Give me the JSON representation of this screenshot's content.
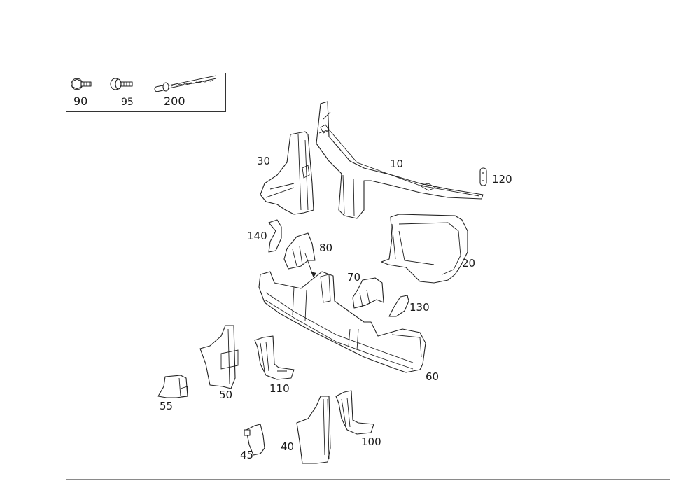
{
  "hardware_table": {
    "items": [
      {
        "number": "90",
        "icon": "hex-flange-bolt-icon"
      },
      {
        "number": "95",
        "icon": "collar-bolt-icon"
      },
      {
        "number": "200",
        "icon": "long-screw-rivet-icon"
      }
    ]
  },
  "callouts": [
    {
      "number": "10",
      "part": "upper-crossmember"
    },
    {
      "number": "20",
      "part": "headlamp-support-frame"
    },
    {
      "number": "30",
      "part": "side-bracket"
    },
    {
      "number": "40",
      "part": "air-duct-panel-left-lower"
    },
    {
      "number": "45",
      "part": "small-panel"
    },
    {
      "number": "50",
      "part": "air-duct-panel-upper"
    },
    {
      "number": "55",
      "part": "small-side-panel"
    },
    {
      "number": "60",
      "part": "lower-crossmember"
    },
    {
      "number": "70",
      "part": "mounting-bracket-right"
    },
    {
      "number": "80",
      "part": "mounting-bracket-left"
    },
    {
      "number": "100",
      "part": "support-bracket-lower"
    },
    {
      "number": "110",
      "part": "support-bracket-upper"
    },
    {
      "number": "120",
      "part": "gasket"
    },
    {
      "number": "130",
      "part": "clip-right"
    },
    {
      "number": "140",
      "part": "clip-left"
    }
  ]
}
